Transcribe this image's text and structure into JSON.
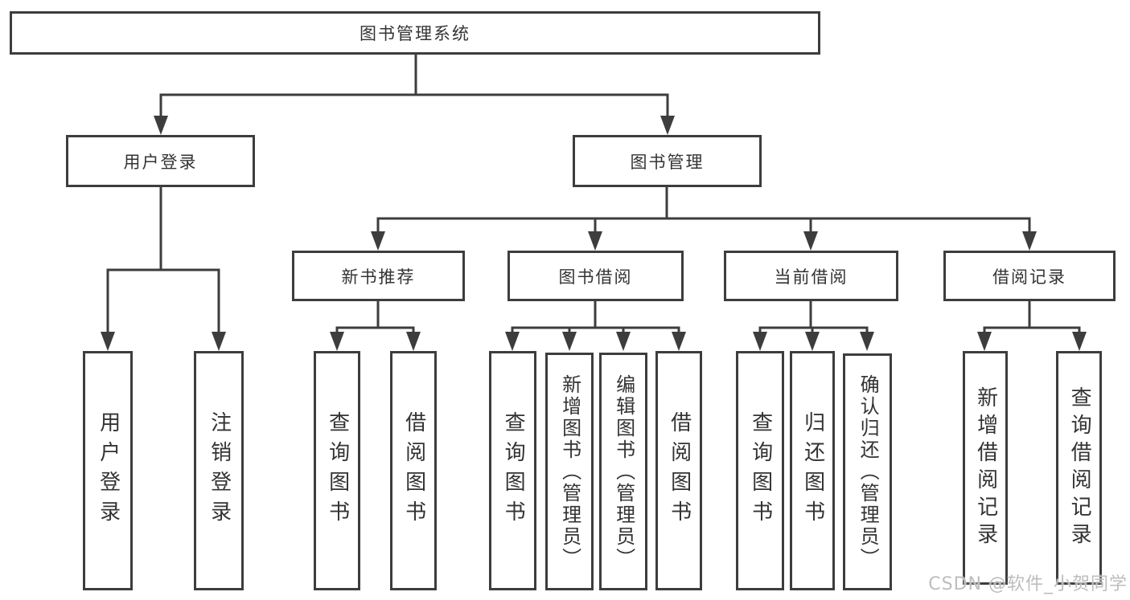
{
  "tree": {
    "label": "图书管理系统",
    "children": [
      {
        "label": "用户登录",
        "children": [
          {
            "label": "用户登录"
          },
          {
            "label": "注销登录"
          }
        ]
      },
      {
        "label": "图书管理",
        "children": [
          {
            "label": "新书推荐",
            "children": [
              {
                "label": "查询图书"
              },
              {
                "label": "借阅图书"
              }
            ]
          },
          {
            "label": "图书借阅",
            "children": [
              {
                "label": "查询图书"
              },
              {
                "label": "新增图书（管理员）"
              },
              {
                "label": "编辑图书（管理员）"
              },
              {
                "label": "借阅图书"
              }
            ]
          },
          {
            "label": "当前借阅",
            "children": [
              {
                "label": "查询图书"
              },
              {
                "label": "归还图书"
              },
              {
                "label": "确认归还（管理员）"
              }
            ]
          },
          {
            "label": "借阅记录",
            "children": [
              {
                "label": "新增借阅记录"
              },
              {
                "label": "查询借阅记录"
              }
            ]
          }
        ]
      }
    ]
  },
  "watermark": "CSDN @软件_小贺同学",
  "colors": {
    "line": "#3d3d3d",
    "box_border": "#3d3d3d",
    "text": "#333333",
    "background": "#ffffff",
    "watermark": "#bdbdbd"
  }
}
